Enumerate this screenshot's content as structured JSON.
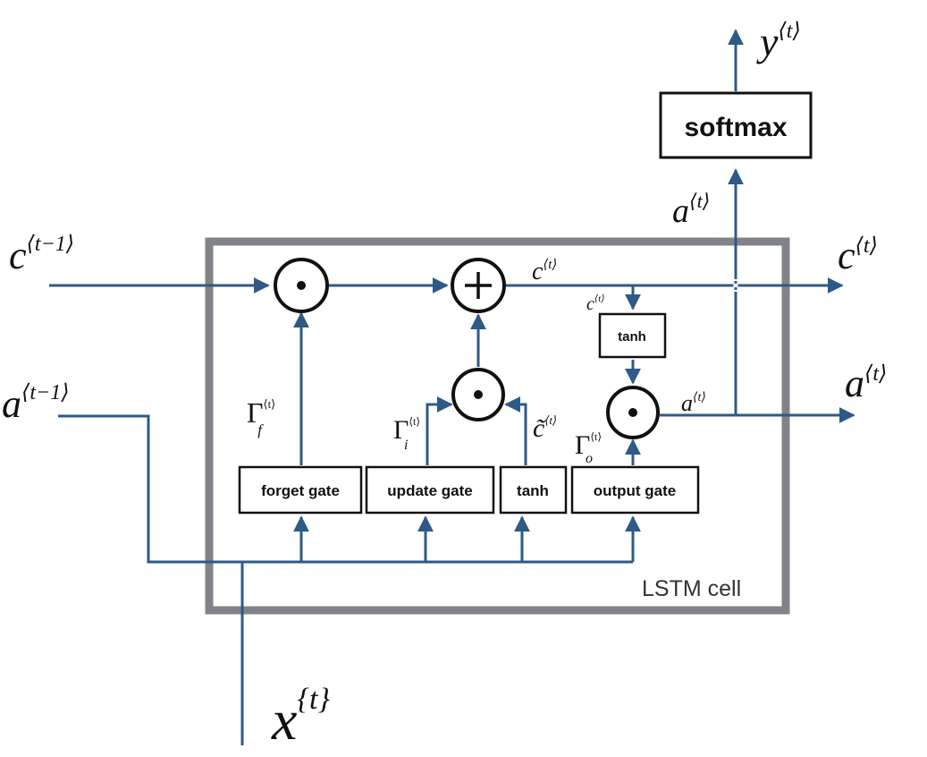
{
  "diagram": {
    "cell_label": "LSTM cell",
    "softmax_label": "softmax",
    "gates": {
      "forget": "forget gate",
      "update": "update gate",
      "tanh_candidate": "tanh",
      "output": "output gate",
      "tanh_cell": "tanh"
    },
    "operators": {
      "multiply": "•",
      "add": "+"
    },
    "symbols": {
      "c_base": "c",
      "a_base": "a",
      "y_base": "y",
      "x_base": "x",
      "gamma": "Γ",
      "sup_prev": "⟨t−1⟩",
      "sup_t": "⟨t⟩",
      "sup_x": "{t}",
      "sub_f": "f",
      "sub_i": "i",
      "sub_o": "o",
      "c_tilde": "c̃"
    },
    "colors": {
      "flow": "#2e5a87",
      "cell_border": "#808488",
      "box_border": "#111111"
    }
  }
}
